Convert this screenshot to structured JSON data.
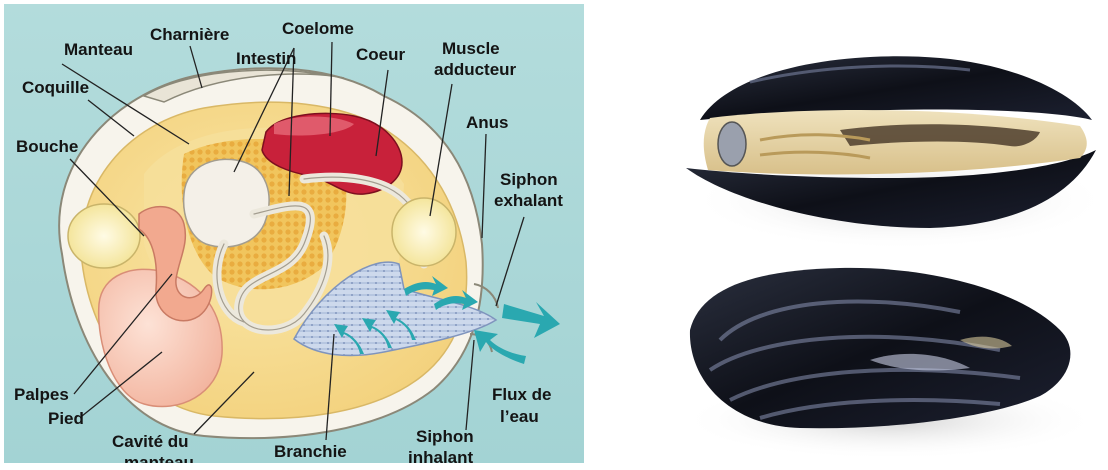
{
  "diagram": {
    "labels": {
      "coquille": "Coquille",
      "manteau": "Manteau",
      "charniere": "Charnière",
      "intestin": "Intestin",
      "coelome": "Coelome",
      "coeur": "Coeur",
      "muscle_1": "Muscle",
      "muscle_2": "adducteur",
      "anus": "Anus",
      "bouche": "Bouche",
      "siphon_exh_1": "Siphon",
      "siphon_exh_2": "exhalant",
      "palpes": "Palpes",
      "pied": "Pied",
      "cavite_1": "Cavité du",
      "cavite_2": "manteau",
      "branchie": "Branchie",
      "siphon_inh_1": "Siphon",
      "siphon_inh_2": "inhalant",
      "flux_1": "Flux de",
      "flux_2": "l’eau"
    }
  },
  "colors": {
    "background": "#a8d6d6",
    "shell": "#f6f3ea",
    "mantle": "#f7dd96",
    "organ_red": "#c8213a",
    "arrow": "#2aa8b0",
    "foot": "#f4b7a4"
  }
}
